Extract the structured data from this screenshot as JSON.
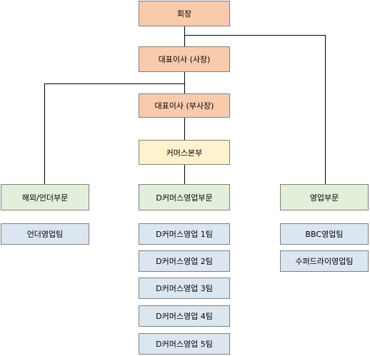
{
  "colors": {
    "executive": "#f8cbad",
    "headquarters": "#fff2cc",
    "division": "#e2efda",
    "team": "#dce6f1",
    "border": "#7f7f7f",
    "connector": "#000000"
  },
  "nodes": {
    "chairman": {
      "label": "회장",
      "level": "executive"
    },
    "ceo_president": {
      "label": "대표이사 (사장)",
      "level": "executive"
    },
    "ceo_vice_president": {
      "label": "대표이사 (부사장)",
      "level": "executive"
    },
    "commerce_hq": {
      "label": "커머스본부",
      "level": "headquarters"
    },
    "overseas_division": {
      "label": "해외/언더부문",
      "level": "division"
    },
    "dcommerce_division": {
      "label": "D커머스영업부문",
      "level": "division"
    },
    "sales_division": {
      "label": "영업부문",
      "level": "division"
    },
    "under_sales_team": {
      "label": "언더영업팀",
      "level": "team"
    },
    "dcommerce_team_1": {
      "label": "D커머스영업 1팀",
      "level": "team"
    },
    "dcommerce_team_2": {
      "label": "D커머스영업 2팀",
      "level": "team"
    },
    "dcommerce_team_3": {
      "label": "D커머스영업 3팀",
      "level": "team"
    },
    "dcommerce_team_4": {
      "label": "D커머스영업 4팀",
      "level": "team"
    },
    "dcommerce_team_5": {
      "label": "D커머스영업 5팀",
      "level": "team"
    },
    "bbc_sales_team": {
      "label": "BBC영업팀",
      "level": "team"
    },
    "super_dry_sales_team": {
      "label": "수퍼드라이영업팀",
      "level": "team"
    }
  }
}
